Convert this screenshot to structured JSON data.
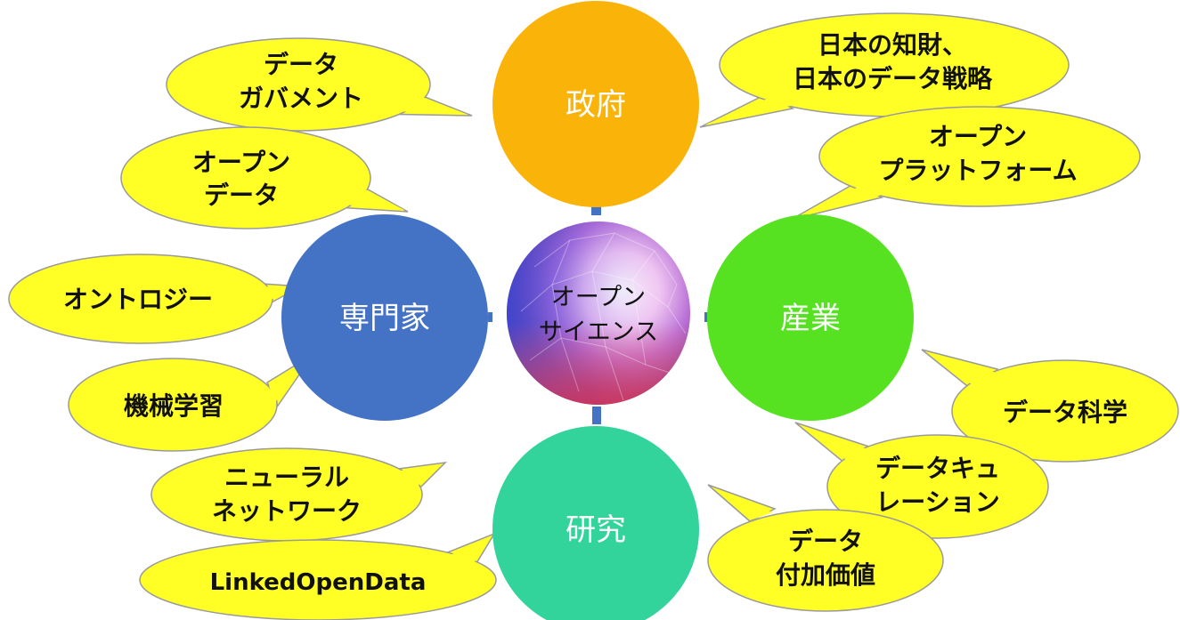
{
  "diagram": {
    "center": {
      "lines": [
        "オープン",
        "サイエンス"
      ]
    },
    "nodes": [
      {
        "id": "government",
        "label": "政府",
        "color": "#F9B309"
      },
      {
        "id": "experts",
        "label": "専門家",
        "color": "#4472C4"
      },
      {
        "id": "industry",
        "label": "産業",
        "color": "#56E121"
      },
      {
        "id": "research",
        "label": "研究",
        "color": "#33D39C"
      }
    ],
    "bubbles": [
      {
        "id": "data-government",
        "lines": [
          "データ",
          "ガバメント"
        ]
      },
      {
        "id": "open-data",
        "lines": [
          "オープン",
          "データ"
        ]
      },
      {
        "id": "ontology",
        "lines": [
          "オントロジー"
        ]
      },
      {
        "id": "machine-learning",
        "lines": [
          "機械学習"
        ]
      },
      {
        "id": "neural-network",
        "lines": [
          "ニューラル",
          "ネットワーク"
        ]
      },
      {
        "id": "linked-open-data",
        "lines": [
          "LinkedOpenData"
        ]
      },
      {
        "id": "ip-strategy",
        "lines": [
          "日本の知財、",
          "日本のデータ戦略"
        ]
      },
      {
        "id": "open-platform",
        "lines": [
          "オープン",
          "プラットフォーム"
        ]
      },
      {
        "id": "data-science",
        "lines": [
          "データ科学"
        ]
      },
      {
        "id": "data-curation",
        "lines": [
          "データキュ",
          "レーション"
        ]
      },
      {
        "id": "data-value-add",
        "lines": [
          "データ",
          "付加価値"
        ]
      }
    ],
    "colors": {
      "bubble_fill": "#FFFF26",
      "bubble_stroke": "#9A9A9A",
      "connector": "#4472C4"
    }
  }
}
